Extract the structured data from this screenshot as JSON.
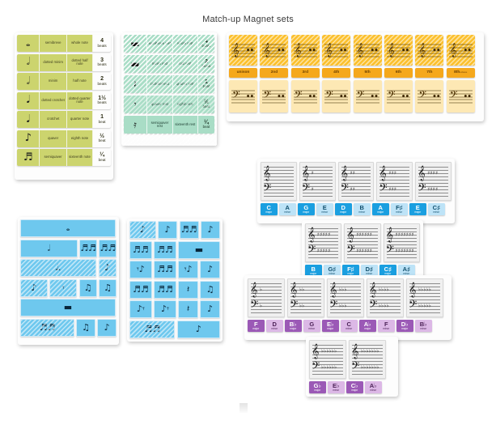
{
  "title": "Match-up Magnet sets",
  "note_values": {
    "name": "Note values set",
    "color": "#ccd46e",
    "columns": [
      "symbol",
      "uk_name",
      "us_name",
      "beats"
    ],
    "rows": [
      {
        "symbol": "𝅝",
        "uk": "semibreve",
        "us": "whole note",
        "beats": "4",
        "beats_unit": "beats"
      },
      {
        "symbol": "𝅗𝅥",
        "uk": "dotted minim",
        "us": "dotted half note",
        "beats": "3",
        "beats_unit": "beats"
      },
      {
        "symbol": "𝅗𝅥",
        "uk": "minim",
        "us": "half note",
        "beats": "2",
        "beats_unit": "beats"
      },
      {
        "symbol": "𝅘𝅥",
        "uk": "dotted crotchet",
        "us": "dotted quarter note",
        "beats": "1½",
        "beats_unit": "beats"
      },
      {
        "symbol": "𝅘𝅥",
        "uk": "crotchet",
        "us": "quarter note",
        "beats": "1",
        "beats_unit": "beat"
      },
      {
        "symbol": "♪",
        "uk": "quaver",
        "us": "eighth note",
        "beats": "½",
        "beats_unit": "beat"
      },
      {
        "symbol": "♬",
        "uk": "semiquaver",
        "us": "sixteenth note",
        "beats": "¼",
        "beats_unit": "beat"
      }
    ]
  },
  "rests": {
    "name": "Rests set",
    "color": "#a9ddc6",
    "rows": [
      {
        "symbol": "▬",
        "uk": "semibreve rest",
        "us": "whole rest",
        "beats": "4",
        "beats_unit": "beats"
      },
      {
        "symbol": "▬",
        "uk": "minim rest",
        "us": "half rest",
        "beats": "2",
        "beats_unit": "beats"
      },
      {
        "symbol": "𝄽",
        "uk": "crotchet rest",
        "us": "quarter rest",
        "beats": "1",
        "beats_unit": "beat"
      },
      {
        "symbol": "𝄾",
        "uk": "quaver rest",
        "us": "eighth rest",
        "beats": "½",
        "beats_unit": "beat"
      },
      {
        "symbol": "𝄿",
        "uk": "semiquaver rest",
        "us": "sixteenth rest",
        "beats": "¼",
        "beats_unit": "beat"
      }
    ]
  },
  "intervals": {
    "name": "Intervals set",
    "label_color": "#f5a81c",
    "treble_color": "#fbc02d",
    "bass_color": "#fde8b4",
    "columns": [
      {
        "label": "unison",
        "sub": "",
        "treble_notes": "●●",
        "bass_notes": "●●"
      },
      {
        "label": "2nd",
        "sub": "",
        "treble_notes": "●●",
        "bass_notes": "●●"
      },
      {
        "label": "3rd",
        "sub": "",
        "treble_notes": "●●",
        "bass_notes": "●●"
      },
      {
        "label": "4th",
        "sub": "",
        "treble_notes": "●●",
        "bass_notes": "●●"
      },
      {
        "label": "5th",
        "sub": "",
        "treble_notes": "●●",
        "bass_notes": "●●"
      },
      {
        "label": "6th",
        "sub": "",
        "treble_notes": "●●",
        "bass_notes": "●●"
      },
      {
        "label": "7th",
        "sub": "",
        "treble_notes": "●●",
        "bass_notes": "●●"
      },
      {
        "label": "8th",
        "sub": "octave",
        "treble_notes": "●●",
        "bass_notes": "●●"
      }
    ]
  },
  "rhythm_a": {
    "name": "Rhythm set A",
    "color": "#6ec8ee",
    "rows": [
      [
        {
          "glyph": "𝅝",
          "w": 118,
          "hatch": false
        }
      ],
      [
        {
          "glyph": "𝅗𝅥",
          "w": 72,
          "hatch": false
        },
        {
          "glyph": "♬♬",
          "w": 22,
          "hatch": false
        },
        {
          "glyph": "♬♬",
          "w": 22,
          "hatch": false
        }
      ],
      [
        {
          "glyph": "𝅗𝅥.",
          "w": 94,
          "hatch": true
        },
        {
          "glyph": "♪",
          "w": 22,
          "hatch": true
        }
      ],
      [
        {
          "glyph": "♪",
          "w": 34,
          "hatch": true
        },
        {
          "glyph": "𝄾",
          "w": 34,
          "hatch": true
        },
        {
          "glyph": "♫",
          "w": 22,
          "hatch": false
        },
        {
          "glyph": "♫",
          "w": 22,
          "hatch": false
        }
      ],
      [
        {
          "glyph": "▬",
          "w": 118,
          "hatch": false
        }
      ],
      [
        {
          "glyph": "♬♬",
          "w": 68,
          "hatch": true
        },
        {
          "glyph": "♫",
          "w": 24,
          "hatch": false
        },
        {
          "glyph": "♪",
          "w": 24,
          "hatch": false
        }
      ]
    ]
  },
  "rhythm_b": {
    "name": "Rhythm set B",
    "color": "#6ec8ee",
    "rows": [
      [
        {
          "glyph": "♪",
          "w": 34,
          "hatch": true
        },
        {
          "glyph": "♪",
          "w": 25,
          "hatch": false
        },
        {
          "glyph": "♬♬",
          "w": 25,
          "hatch": false
        },
        {
          "glyph": "♪",
          "w": 25,
          "hatch": false
        }
      ],
      [
        {
          "glyph": "♬♬",
          "w": 28,
          "hatch": false
        },
        {
          "glyph": "♬♬",
          "w": 28,
          "hatch": false
        },
        {
          "glyph": "▬",
          "w": 53,
          "hatch": false
        }
      ],
      [
        {
          "glyph": "𝄾♪",
          "w": 28,
          "hatch": false
        },
        {
          "glyph": "♬♬",
          "w": 28,
          "hatch": false
        },
        {
          "glyph": "𝄾♪",
          "w": 25,
          "hatch": false
        },
        {
          "glyph": "♪",
          "w": 25,
          "hatch": false
        }
      ],
      [
        {
          "glyph": "♬♬",
          "w": 28,
          "hatch": false
        },
        {
          "glyph": "♬♬",
          "w": 28,
          "hatch": false
        },
        {
          "glyph": "𝄽",
          "w": 25,
          "hatch": false
        },
        {
          "glyph": "♫",
          "w": 25,
          "hatch": false
        }
      ],
      [
        {
          "glyph": "♪𝄾",
          "w": 28,
          "hatch": false
        },
        {
          "glyph": "♪𝄾",
          "w": 28,
          "hatch": false
        },
        {
          "glyph": "𝄽",
          "w": 25,
          "hatch": false
        },
        {
          "glyph": "♪",
          "w": 25,
          "hatch": false
        }
      ],
      [
        {
          "glyph": "♬♬",
          "w": 58,
          "hatch": true
        },
        {
          "glyph": "♪",
          "w": 55,
          "hatch": false
        }
      ]
    ]
  },
  "keys_sharp_1": {
    "name": "Sharp key signatures row 1",
    "staffs": [
      {
        "accidentals": "",
        "count": 0
      },
      {
        "accidentals": "♯",
        "count": 1
      },
      {
        "accidentals": "♯♯",
        "count": 2
      },
      {
        "accidentals": "♯♯♯",
        "count": 3
      },
      {
        "accidentals": "♯♯♯♯",
        "count": 4
      }
    ],
    "labels": [
      {
        "name": "C",
        "mode": "major",
        "kind": "maj-blue"
      },
      {
        "name": "A",
        "mode": "minor",
        "kind": "min-blue"
      },
      {
        "name": "G",
        "mode": "major",
        "kind": "maj-blue"
      },
      {
        "name": "E",
        "mode": "minor",
        "kind": "min-blue"
      },
      {
        "name": "D",
        "mode": "major",
        "kind": "maj-blue"
      },
      {
        "name": "B",
        "mode": "minor",
        "kind": "min-blue"
      },
      {
        "name": "A",
        "mode": "major",
        "kind": "maj-blue"
      },
      {
        "name": "F♯",
        "mode": "minor",
        "kind": "min-blue"
      },
      {
        "name": "E",
        "mode": "major",
        "kind": "maj-blue"
      },
      {
        "name": "C♯",
        "mode": "minor",
        "kind": "min-blue"
      }
    ]
  },
  "keys_sharp_2": {
    "name": "Sharp key signatures row 2",
    "staffs": [
      {
        "accidentals": "♯♯♯♯♯",
        "count": 5
      },
      {
        "accidentals": "♯♯♯♯♯♯",
        "count": 6
      },
      {
        "accidentals": "♯♯♯♯♯♯♯",
        "count": 7
      }
    ],
    "labels": [
      {
        "name": "B",
        "mode": "major",
        "kind": "maj-blue"
      },
      {
        "name": "G♯",
        "mode": "minor",
        "kind": "min-blue"
      },
      {
        "name": "F♯",
        "mode": "major",
        "kind": "maj-blue"
      },
      {
        "name": "D♯",
        "mode": "minor",
        "kind": "min-blue"
      },
      {
        "name": "C♯",
        "mode": "major",
        "kind": "maj-blue"
      },
      {
        "name": "A♯",
        "mode": "minor",
        "kind": "min-blue"
      }
    ]
  },
  "keys_flat_1": {
    "name": "Flat key signatures row 1",
    "staffs": [
      {
        "accidentals": "♭",
        "count": 1
      },
      {
        "accidentals": "♭♭",
        "count": 2
      },
      {
        "accidentals": "♭♭♭",
        "count": 3
      },
      {
        "accidentals": "♭♭♭♭",
        "count": 4
      },
      {
        "accidentals": "♭♭♭♭♭",
        "count": 5
      }
    ],
    "labels": [
      {
        "name": "F",
        "mode": "major",
        "kind": "maj-purple"
      },
      {
        "name": "D",
        "mode": "minor",
        "kind": "min-purple"
      },
      {
        "name": "B♭",
        "mode": "major",
        "kind": "maj-purple"
      },
      {
        "name": "G",
        "mode": "minor",
        "kind": "min-purple"
      },
      {
        "name": "E♭",
        "mode": "major",
        "kind": "maj-purple"
      },
      {
        "name": "C",
        "mode": "minor",
        "kind": "min-purple"
      },
      {
        "name": "A♭",
        "mode": "major",
        "kind": "maj-purple"
      },
      {
        "name": "F",
        "mode": "minor",
        "kind": "min-purple"
      },
      {
        "name": "D♭",
        "mode": "major",
        "kind": "maj-purple"
      },
      {
        "name": "B♭",
        "mode": "minor",
        "kind": "min-purple"
      }
    ]
  },
  "keys_flat_2": {
    "name": "Flat key signatures row 2",
    "staffs": [
      {
        "accidentals": "♭♭♭♭♭♭",
        "count": 6
      },
      {
        "accidentals": "♭♭♭♭♭♭♭",
        "count": 7
      }
    ],
    "labels": [
      {
        "name": "G♭",
        "mode": "major",
        "kind": "maj-purple"
      },
      {
        "name": "E♭",
        "mode": "minor",
        "kind": "min-purple"
      },
      {
        "name": "C♭",
        "mode": "major",
        "kind": "maj-purple"
      },
      {
        "name": "A♭",
        "mode": "minor",
        "kind": "min-purple"
      }
    ]
  }
}
